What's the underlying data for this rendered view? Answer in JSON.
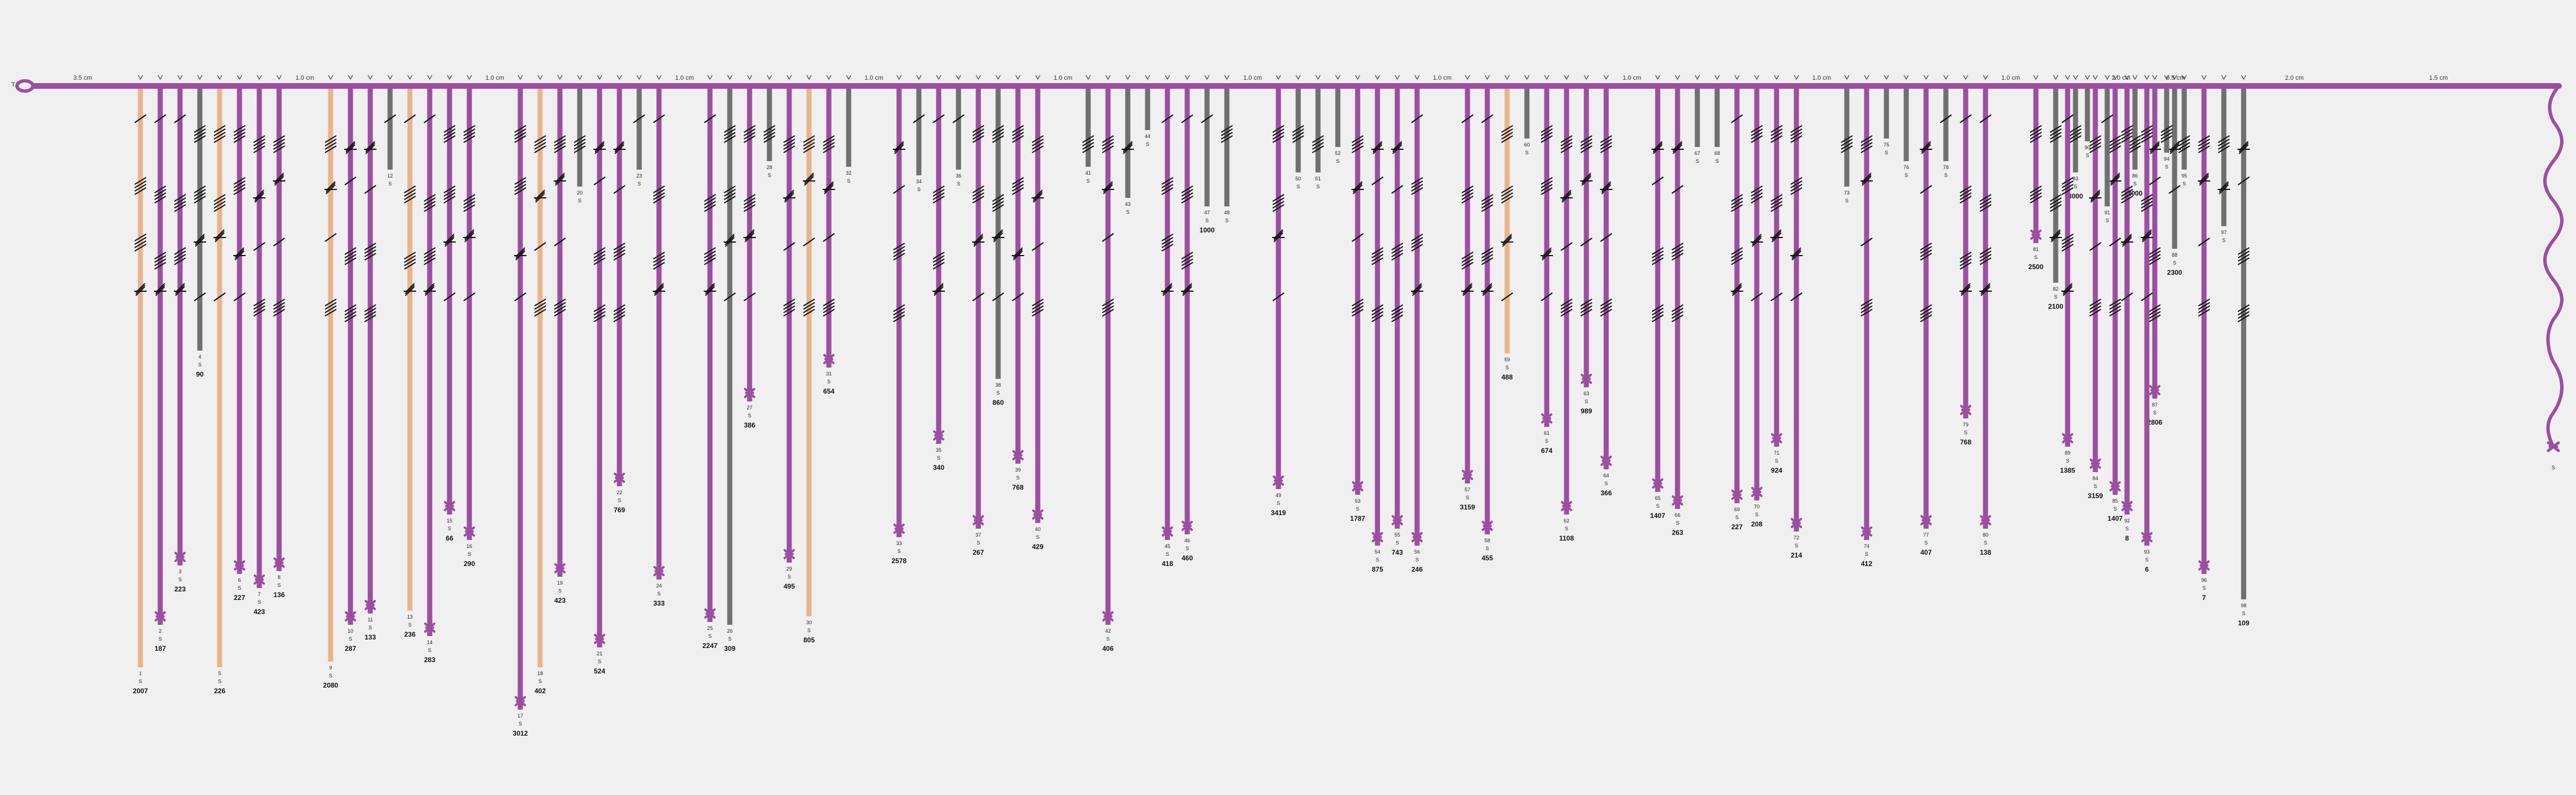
{
  "diagram": {
    "start_label": "T",
    "palette": {
      "background": "#f0f0f0",
      "main_cord": "#9c4ea1",
      "pendant_purple": "#9c4ea1",
      "pendant_orange": "#e8b48c",
      "pendant_grey": "#707070",
      "knot_ink": "#111111"
    },
    "spacings": [
      "3.5 cm",
      "1.0 cm",
      "1.0 cm",
      "1.0 cm",
      "1.0 cm",
      "1.0 cm",
      "1.0 cm",
      "1.0 cm",
      "1.0 cm",
      "1.0 cm",
      "1.0 cm",
      "2.0 cm",
      "0.5 cm",
      "2.0 cm",
      "1.5 cm"
    ],
    "end_cord_label": "S",
    "pendants": [
      {
        "num": "1",
        "len": "2007",
        "color": "orange"
      },
      {
        "num": "2",
        "len": "187",
        "color": "purple"
      },
      {
        "num": "3",
        "len": "223",
        "color": "purple"
      },
      {
        "num": "4",
        "len": "90",
        "color": "grey"
      },
      {
        "num": "5",
        "len": "226",
        "color": "orange"
      },
      {
        "num": "6",
        "len": "227",
        "color": "purple"
      },
      {
        "num": "7",
        "len": "423",
        "color": "purple"
      },
      {
        "num": "8",
        "len": "136",
        "color": "purple"
      },
      {
        "num": "9",
        "len": "2080",
        "color": "orange"
      },
      {
        "num": "10",
        "len": "287",
        "color": "purple"
      },
      {
        "num": "11",
        "len": "133",
        "color": "purple"
      },
      {
        "num": "12",
        "len": "",
        "color": "grey"
      },
      {
        "num": "13",
        "len": "236",
        "color": "orange"
      },
      {
        "num": "14",
        "len": "283",
        "color": "purple"
      },
      {
        "num": "15",
        "len": "66",
        "color": "purple"
      },
      {
        "num": "16",
        "len": "290",
        "color": "purple"
      },
      {
        "num": "17",
        "len": "3012",
        "color": "purple"
      },
      {
        "num": "18",
        "len": "402",
        "color": "orange"
      },
      {
        "num": "19",
        "len": "423",
        "color": "purple"
      },
      {
        "num": "20",
        "len": "",
        "color": "grey"
      },
      {
        "num": "21",
        "len": "524",
        "color": "purple"
      },
      {
        "num": "22",
        "len": "769",
        "color": "purple"
      },
      {
        "num": "23",
        "len": "",
        "color": "grey"
      },
      {
        "num": "24",
        "len": "333",
        "color": "purple"
      },
      {
        "num": "25",
        "len": "2247",
        "color": "purple"
      },
      {
        "num": "26",
        "len": "309",
        "color": "grey"
      },
      {
        "num": "27",
        "len": "386",
        "color": "purple"
      },
      {
        "num": "28",
        "len": "",
        "color": "grey"
      },
      {
        "num": "29",
        "len": "495",
        "color": "purple"
      },
      {
        "num": "30",
        "len": "805",
        "color": "orange"
      },
      {
        "num": "31",
        "len": "654",
        "color": "purple"
      },
      {
        "num": "32",
        "len": "",
        "color": "grey"
      },
      {
        "num": "33",
        "len": "2578",
        "color": "purple"
      },
      {
        "num": "34",
        "len": "",
        "color": "grey"
      },
      {
        "num": "35",
        "len": "340",
        "color": "purple"
      },
      {
        "num": "36",
        "len": "",
        "color": "grey"
      },
      {
        "num": "37",
        "len": "267",
        "color": "purple"
      },
      {
        "num": "38",
        "len": "860",
        "color": "grey"
      },
      {
        "num": "39",
        "len": "768",
        "color": "purple"
      },
      {
        "num": "40",
        "len": "429",
        "color": "purple"
      },
      {
        "num": "41",
        "len": "",
        "color": "grey"
      },
      {
        "num": "42",
        "len": "406",
        "color": "purple"
      },
      {
        "num": "43",
        "len": "",
        "color": "grey"
      },
      {
        "num": "44",
        "len": "",
        "color": "grey"
      },
      {
        "num": "45",
        "len": "418",
        "color": "purple"
      },
      {
        "num": "46",
        "len": "460",
        "color": "purple"
      },
      {
        "num": "47",
        "len": "1000",
        "color": "grey"
      },
      {
        "num": "48",
        "len": "",
        "color": "grey"
      },
      {
        "num": "49",
        "len": "3419",
        "color": "purple"
      },
      {
        "num": "50",
        "len": "",
        "color": "grey"
      },
      {
        "num": "51",
        "len": "",
        "color": "grey"
      },
      {
        "num": "52",
        "len": "",
        "color": "grey"
      },
      {
        "num": "53",
        "len": "1787",
        "color": "purple"
      },
      {
        "num": "54",
        "len": "875",
        "color": "purple"
      },
      {
        "num": "55",
        "len": "743",
        "color": "purple"
      },
      {
        "num": "56",
        "len": "246",
        "color": "purple"
      },
      {
        "num": "57",
        "len": "3159",
        "color": "purple"
      },
      {
        "num": "58",
        "len": "455",
        "color": "purple"
      },
      {
        "num": "59",
        "len": "488",
        "color": "orange"
      },
      {
        "num": "60",
        "len": "",
        "color": "grey"
      },
      {
        "num": "61",
        "len": "674",
        "color": "purple"
      },
      {
        "num": "62",
        "len": "1108",
        "color": "purple"
      },
      {
        "num": "63",
        "len": "989",
        "color": "purple"
      },
      {
        "num": "64",
        "len": "366",
        "color": "purple"
      },
      {
        "num": "65",
        "len": "1407",
        "color": "purple"
      },
      {
        "num": "66",
        "len": "263",
        "color": "purple"
      },
      {
        "num": "67",
        "len": "",
        "color": "grey"
      },
      {
        "num": "68",
        "len": "",
        "color": "grey"
      },
      {
        "num": "69",
        "len": "227",
        "color": "purple"
      },
      {
        "num": "70",
        "len": "208",
        "color": "purple"
      },
      {
        "num": "71",
        "len": "924",
        "color": "purple"
      },
      {
        "num": "72",
        "len": "214",
        "color": "purple"
      },
      {
        "num": "73",
        "len": "",
        "color": "grey"
      },
      {
        "num": "74",
        "len": "412",
        "color": "purple"
      },
      {
        "num": "75",
        "len": "",
        "color": "grey"
      },
      {
        "num": "76",
        "len": "",
        "color": "grey"
      },
      {
        "num": "77",
        "len": "407",
        "color": "purple"
      },
      {
        "num": "78",
        "len": "",
        "color": "grey"
      },
      {
        "num": "79",
        "len": "768",
        "color": "purple"
      },
      {
        "num": "80",
        "len": "138",
        "color": "purple"
      },
      {
        "num": "81",
        "len": "2500",
        "color": "purple"
      },
      {
        "num": "82",
        "len": "2100",
        "color": "grey"
      },
      {
        "num": "83",
        "len": "3000",
        "color": "grey"
      },
      {
        "num": "84",
        "len": "3159",
        "color": "purple"
      },
      {
        "num": "85",
        "len": "1407",
        "color": "purple"
      },
      {
        "num": "86",
        "len": "2000",
        "color": "grey"
      },
      {
        "num": "87",
        "len": "2806",
        "color": "purple"
      },
      {
        "num": "88",
        "len": "2300",
        "color": "grey"
      },
      {
        "num": "89",
        "len": "1385",
        "color": "purple"
      },
      {
        "num": "90",
        "len": "",
        "color": "grey"
      },
      {
        "num": "91",
        "len": "",
        "color": "grey"
      },
      {
        "num": "92",
        "len": "8",
        "color": "purple"
      },
      {
        "num": "93",
        "len": "6",
        "color": "purple"
      },
      {
        "num": "94",
        "len": "",
        "color": "grey"
      },
      {
        "num": "95",
        "len": "",
        "color": "grey"
      },
      {
        "num": "96",
        "len": "7",
        "color": "purple"
      },
      {
        "num": "97",
        "len": "",
        "color": "grey"
      },
      {
        "num": "98",
        "len": "109",
        "color": "grey"
      }
    ]
  }
}
